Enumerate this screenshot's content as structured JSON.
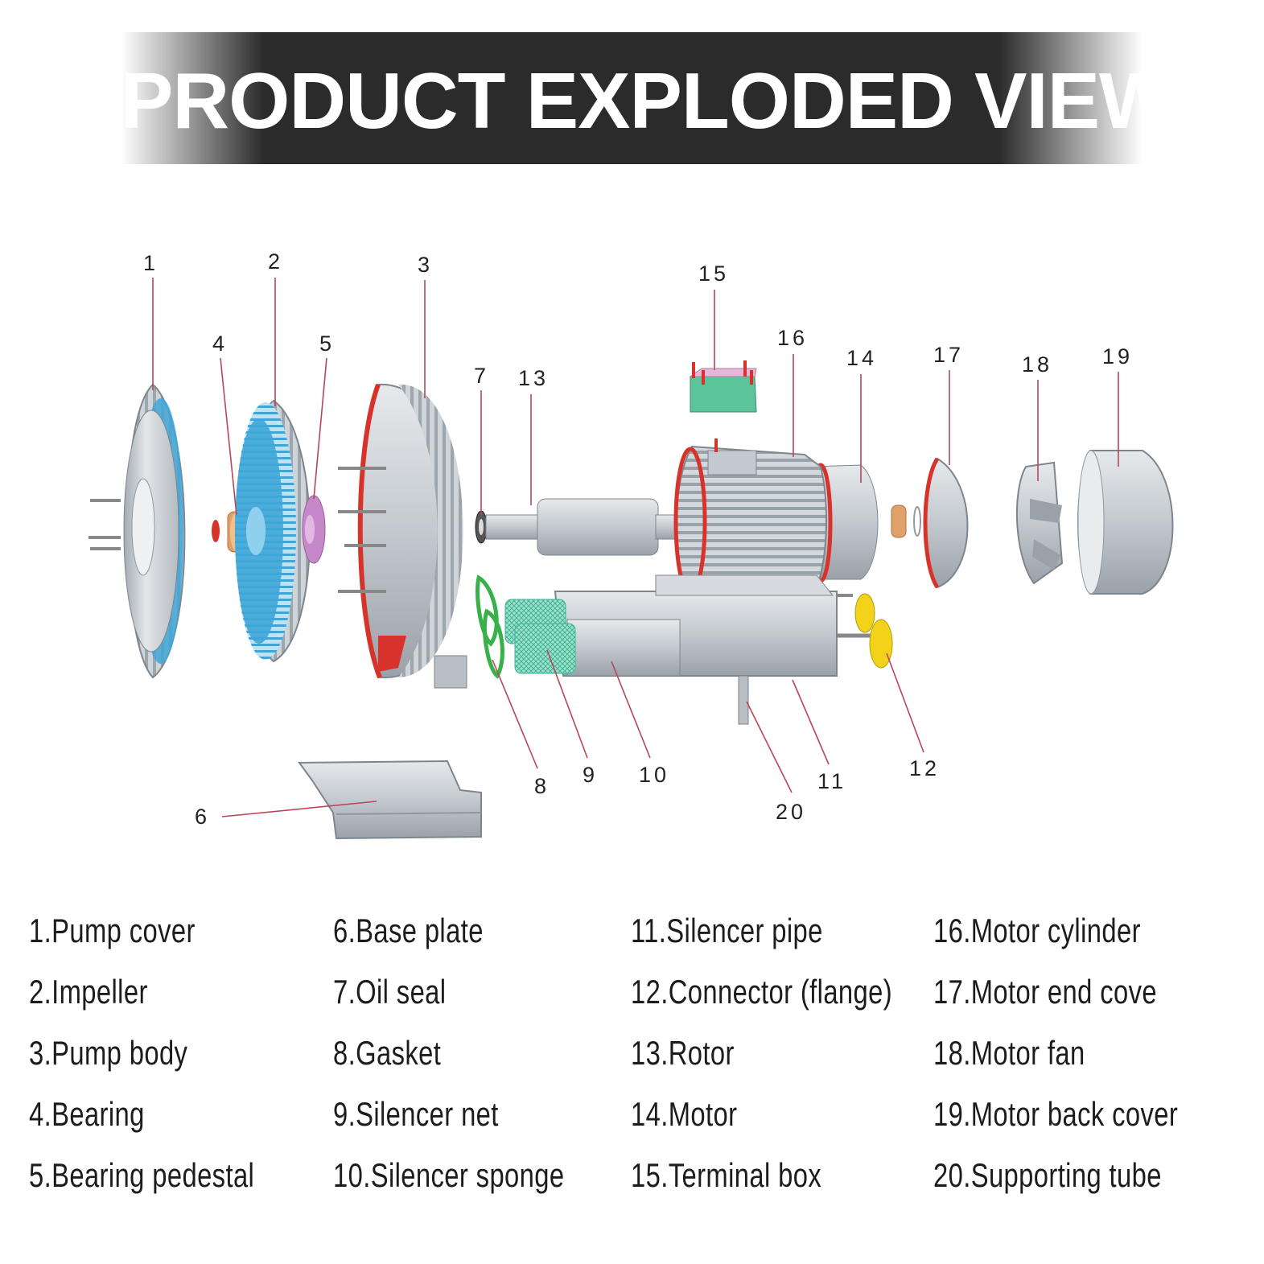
{
  "banner": {
    "title": "PRODUCT EXPLODED VIEW"
  },
  "callouts": [
    "1",
    "2",
    "3",
    "4",
    "5",
    "6",
    "7",
    "8",
    "9",
    "10",
    "11",
    "12",
    "13",
    "14",
    "15",
    "16",
    "17",
    "18",
    "19",
    "20"
  ],
  "legend": [
    [
      {
        "label": "1.Pump cover"
      },
      {
        "label": "2.Impeller"
      },
      {
        "label": "3.Pump body"
      },
      {
        "label": "4.Bearing"
      },
      {
        "label": "5.Bearing pedestal"
      }
    ],
    [
      {
        "label": "6.Base plate"
      },
      {
        "label": "7.Oil seal"
      },
      {
        "label": "8.Gasket"
      },
      {
        "label": "9.Silencer net"
      },
      {
        "label": "10.Silencer sponge"
      }
    ],
    [
      {
        "label": "11.Silencer pipe"
      },
      {
        "label": "12.Connector (flange)"
      },
      {
        "label": "13.Rotor"
      },
      {
        "label": "14.Motor"
      },
      {
        "label": "15.Terminal box"
      }
    ],
    [
      {
        "label": "16.Motor cylinder"
      },
      {
        "label": "17.Motor end cove"
      },
      {
        "label": "18.Motor fan"
      },
      {
        "label": "19.Motor back cover"
      },
      {
        "label": "20.Supporting tube"
      }
    ]
  ],
  "colors": {
    "metal": "#c9ced3",
    "metal_dark": "#8f979e",
    "impeller_blue": "#3fa6d8",
    "seal_red": "#d8332a",
    "bearing_orange": "#e0a06a",
    "pedestal_purple": "#c788c9",
    "gasket_green": "#39b14b",
    "mesh_teal": "#6fcfb3",
    "terminal_green": "#5cc49a",
    "terminal_pink": "#e7b6d9",
    "connector_yellow": "#f2d31a",
    "leader_line": "#b8465a",
    "banner_bg": "#2b2b2b"
  }
}
